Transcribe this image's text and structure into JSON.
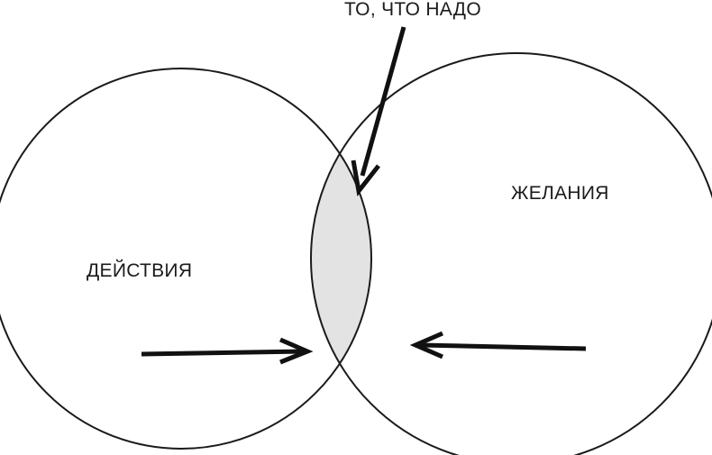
{
  "labels": {
    "top": "ТО, ЧТО НАДО",
    "left": "ДЕЙСТВИЯ",
    "right": "ЖЕЛАНИЯ"
  },
  "colors": {
    "stroke": "#1a1a1a",
    "intersection_fill": "#e3e3e3",
    "background": "#ffffff"
  }
}
